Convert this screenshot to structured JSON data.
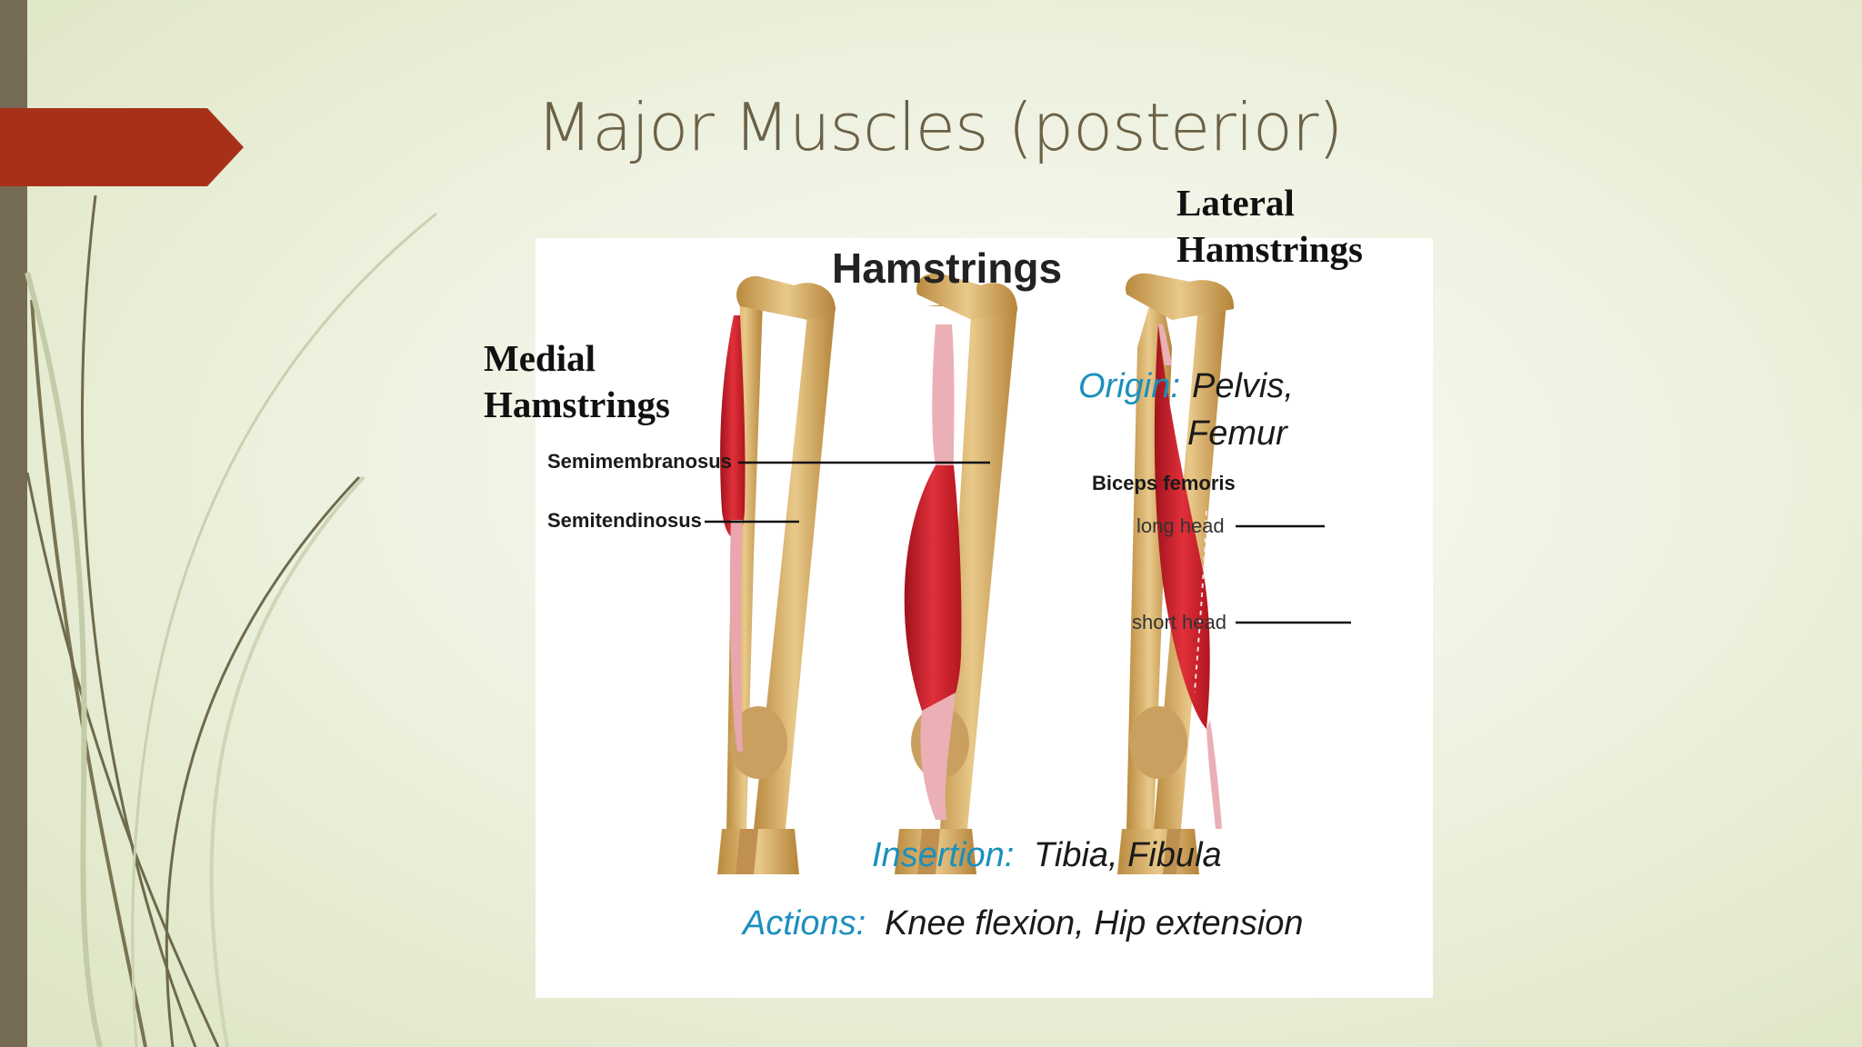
{
  "slide": {
    "title": "Major Muscles (posterior)",
    "accent_color": "#a63118",
    "sidebar_color": "#766b55",
    "title_color": "#6b6146"
  },
  "labels": {
    "lateral_line1": "Lateral",
    "lateral_line2": "Hamstrings",
    "medial_line1": "Medial",
    "medial_line2": "Hamstrings"
  },
  "figure": {
    "title": "Hamstrings",
    "semimembranosus": "Semimembranosus",
    "semitendinosus": "Semitendinosus",
    "origin_label": "Origin:",
    "origin_value1": "Pelvis,",
    "origin_value2": "Femur",
    "biceps_femoris": "Biceps femoris",
    "long_head": "long head",
    "short_head": "short head",
    "insertion_label": "Insertion:",
    "insertion_value": "Tibia, Fibula",
    "actions_label": "Actions:",
    "actions_value": "Knee flexion, Hip extension"
  }
}
